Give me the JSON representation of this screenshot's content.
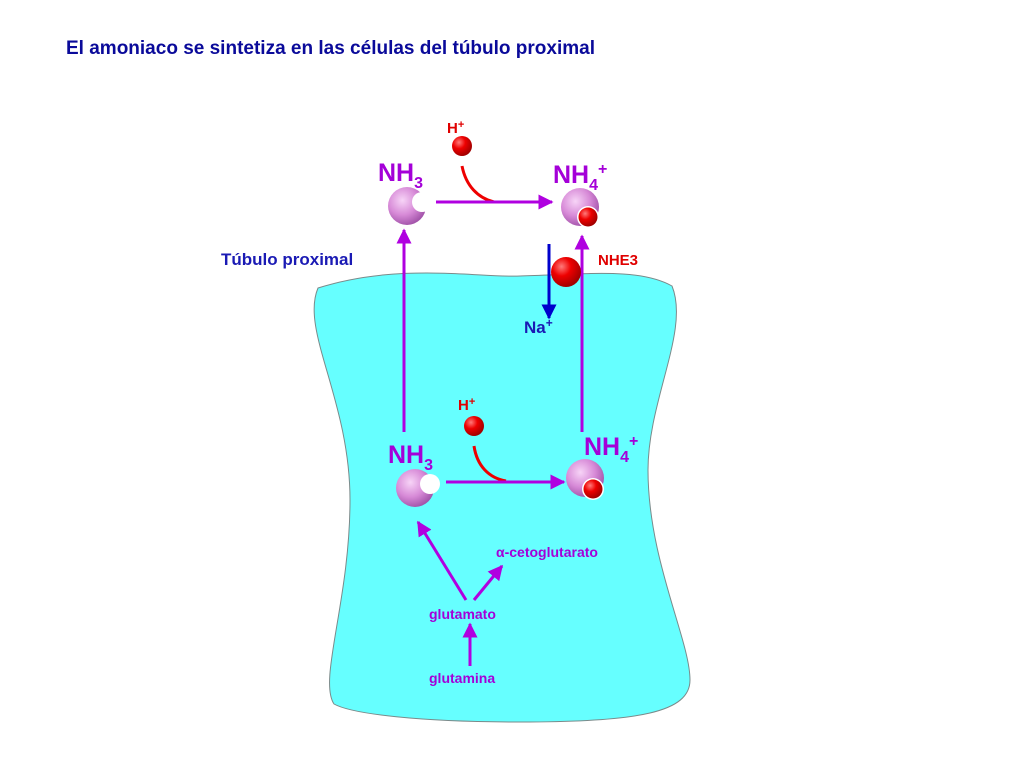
{
  "title": "El amoniaco se sintetiza en las células del túbulo proximal",
  "labels": {
    "tubulo_proximal": "Túbulo proximal",
    "nhe3": "NHE3",
    "na_plus": "Na+",
    "h_plus_top": "H+",
    "h_plus_cell": "H+",
    "nh3": "NH3",
    "nh4": "NH4+",
    "alpha_ketoglutarate": "α-cetoglutarato",
    "glutamato": "glutamato",
    "glutamina": "glutamina"
  },
  "colors": {
    "cell_fill": "#66ffff",
    "arrow_magenta": "#b000e0",
    "arrow_blue": "#0000cc",
    "proton_red": "#ee0000",
    "ammonia_pink": "#d78ad7"
  }
}
